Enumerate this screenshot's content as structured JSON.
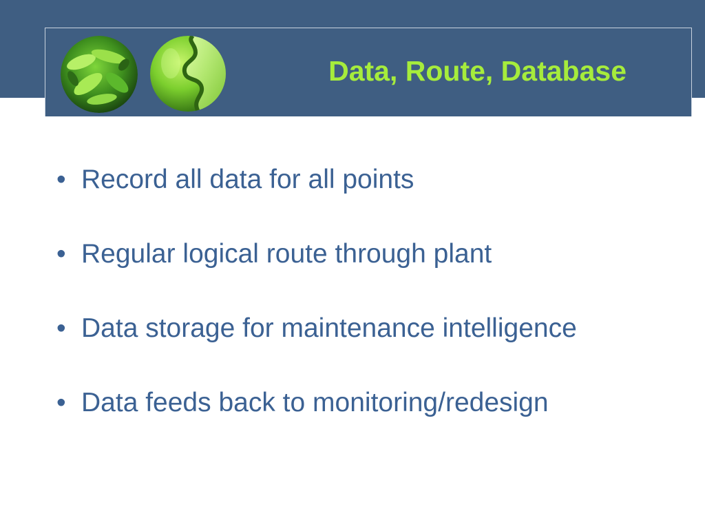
{
  "slide": {
    "title": "Data, Route, Database",
    "bullet_glyph": "•",
    "bullets": [
      "Record all data for all points",
      "Regular logical route through plant",
      "Data storage for maintenance intelligence",
      "Data feeds back to monitoring/redesign"
    ],
    "decorations": [
      "green-leaves-orb-image",
      "green-puzzle-orb-image"
    ]
  },
  "colors": {
    "header_background": "#3f5e82",
    "title_text": "#a6ec3c",
    "bullet_text": "#3b6193",
    "slide_background": "#ffffff"
  }
}
